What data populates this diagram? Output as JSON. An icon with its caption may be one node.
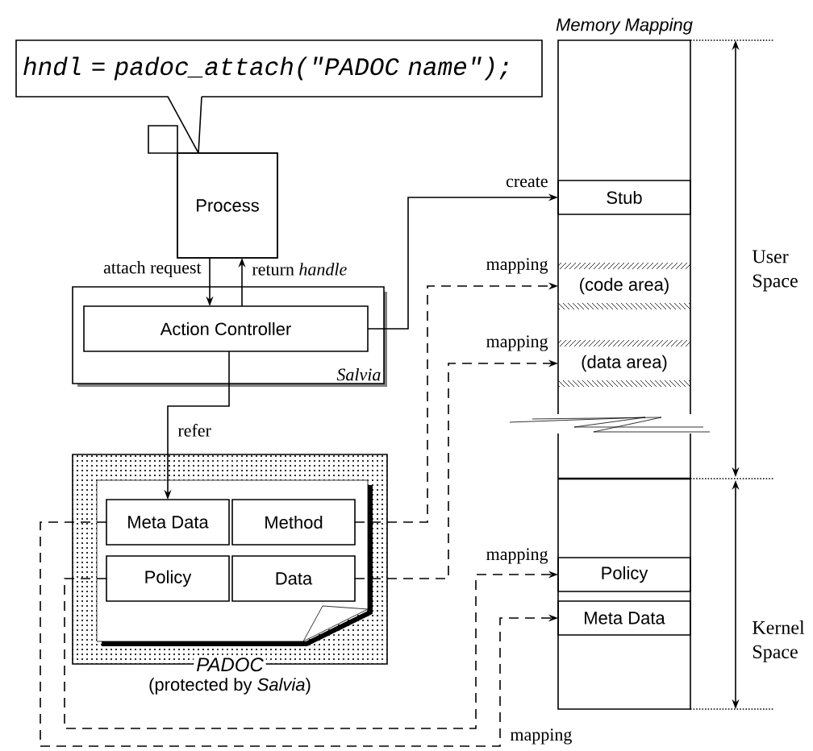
{
  "diagram": {
    "nodes": [
      {
        "text": [
          "hndl = padoc_attach(\"PADOC name\");"
        ]
      },
      {
        "text": [
          "Process"
        ]
      },
      {
        "text": [
          "Salvia"
        ]
      },
      {
        "text": [
          "Action Controller"
        ],
        "in": 2
      },
      {
        "text": [
          "PADOC",
          "(protected by *Salvia*)"
        ]
      },
      {
        "text": [],
        "shape": "box",
        "in": 4
      },
      {
        "text": [
          "Meta Data"
        ],
        "in": 5
      },
      {
        "text": [
          "Method"
        ],
        "in": 5
      },
      {
        "text": [
          "Policy"
        ],
        "in": 5
      },
      {
        "text": [
          "Data"
        ],
        "in": 5
      },
      {
        "text": [
          "Memory Mapping"
        ]
      },
      {
        "text": [
          "Stub"
        ],
        "in": 10
      },
      {
        "text": [
          "(code area)"
        ],
        "in": 10
      },
      {
        "text": [
          "(data area)"
        ],
        "in": 10
      },
      {
        "text": [
          "Policy"
        ],
        "in": 10
      },
      {
        "text": [
          "Meta Data"
        ],
        "in": 10
      }
    ],
    "edges": [
      {
        "from": 1,
        "to": 3,
        "arrow": "to",
        "label": "attach request"
      },
      {
        "from": 3,
        "to": 1,
        "arrow": "to",
        "label": "return *handle*"
      },
      {
        "from": 3,
        "to": 11,
        "arrow": "to",
        "label": "create"
      },
      {
        "from": 3,
        "to": 6,
        "arrow": "to",
        "label": "refer"
      },
      {
        "from": 7,
        "to": 12,
        "arrow": "to",
        "label": "mapping",
        "style": "dashed"
      },
      {
        "from": 9,
        "to": 13,
        "arrow": "to",
        "label": "mapping",
        "style": "dashed"
      },
      {
        "from": 8,
        "to": 14,
        "arrow": "to",
        "label": "mapping",
        "style": "dashed"
      },
      {
        "from": 6,
        "to": 15,
        "arrow": "to",
        "label": "mapping",
        "style": "dashed"
      }
    ],
    "labels": [
      "User Space",
      "Kernel Space"
    ]
  }
}
